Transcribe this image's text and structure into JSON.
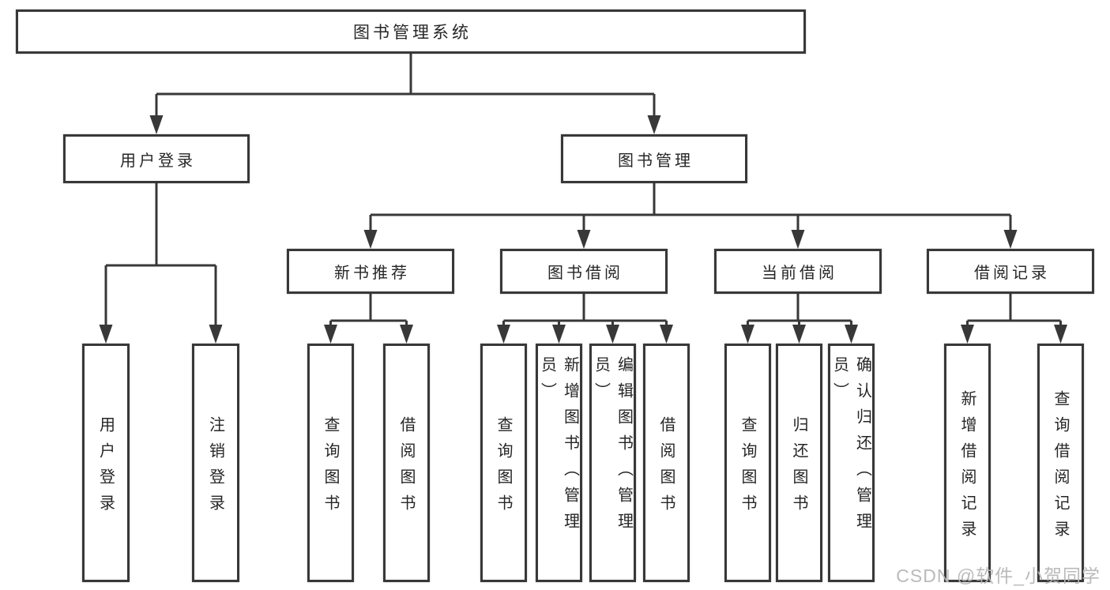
{
  "diagram_title": "图书管理系统",
  "watermark": "CSDN @软件_小贺同学",
  "colors": {
    "line": "#383838",
    "box_fill": "#ffffff",
    "text": "#262626",
    "watermark": "#b6b6b6"
  },
  "tree": {
    "root": "图书管理系统",
    "branches": [
      {
        "label": "用户登录",
        "children": [
          "用户登录",
          "注销登录"
        ]
      },
      {
        "label": "图书管理",
        "children": [
          {
            "label": "新书推荐",
            "children": [
              "查询图书",
              "借阅图书"
            ]
          },
          {
            "label": "图书借阅",
            "children": [
              "查询图书",
              "新增图书（管理员）",
              "编辑图书（管理员）",
              "借阅图书"
            ]
          },
          {
            "label": "当前借阅",
            "children": [
              "查询图书",
              "归还图书",
              "确认归还（管理员）"
            ]
          },
          {
            "label": "借阅记录",
            "children": [
              "新增借阅记录",
              "查询借阅记录"
            ]
          }
        ]
      }
    ]
  }
}
